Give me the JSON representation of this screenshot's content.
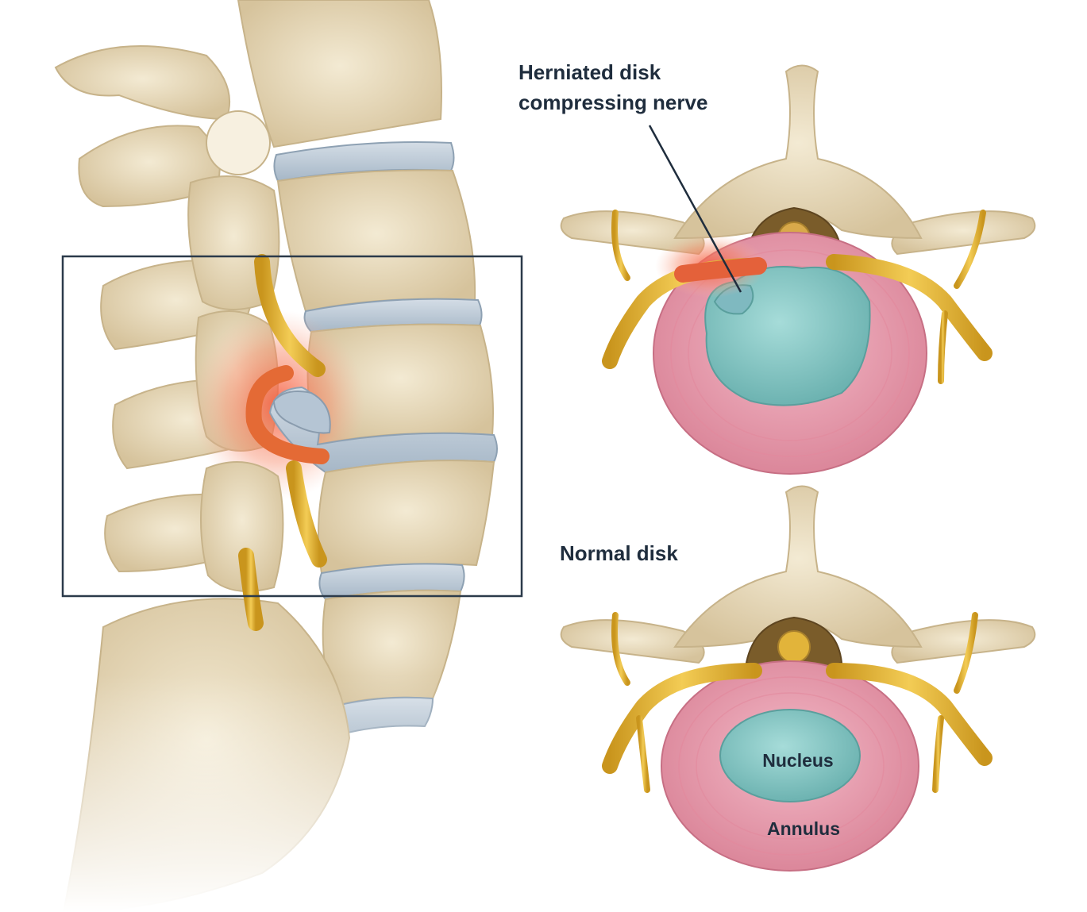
{
  "labels": {
    "herniated_line1": "Herniated disk",
    "herniated_line2": "compressing nerve",
    "normal_disk": "Normal disk",
    "nucleus": "Nucleus",
    "annulus": "Annulus"
  },
  "colors": {
    "bone": "#e9dcbf",
    "bone_shade": "#c9b68f",
    "disc_band": "#b9c8d6",
    "nerve": "#e2b43a",
    "inflammation": "#f05a3c",
    "annulus": "#ea9fb2",
    "nucleus": "#86c8c6",
    "frame": "#2b3a4a"
  }
}
